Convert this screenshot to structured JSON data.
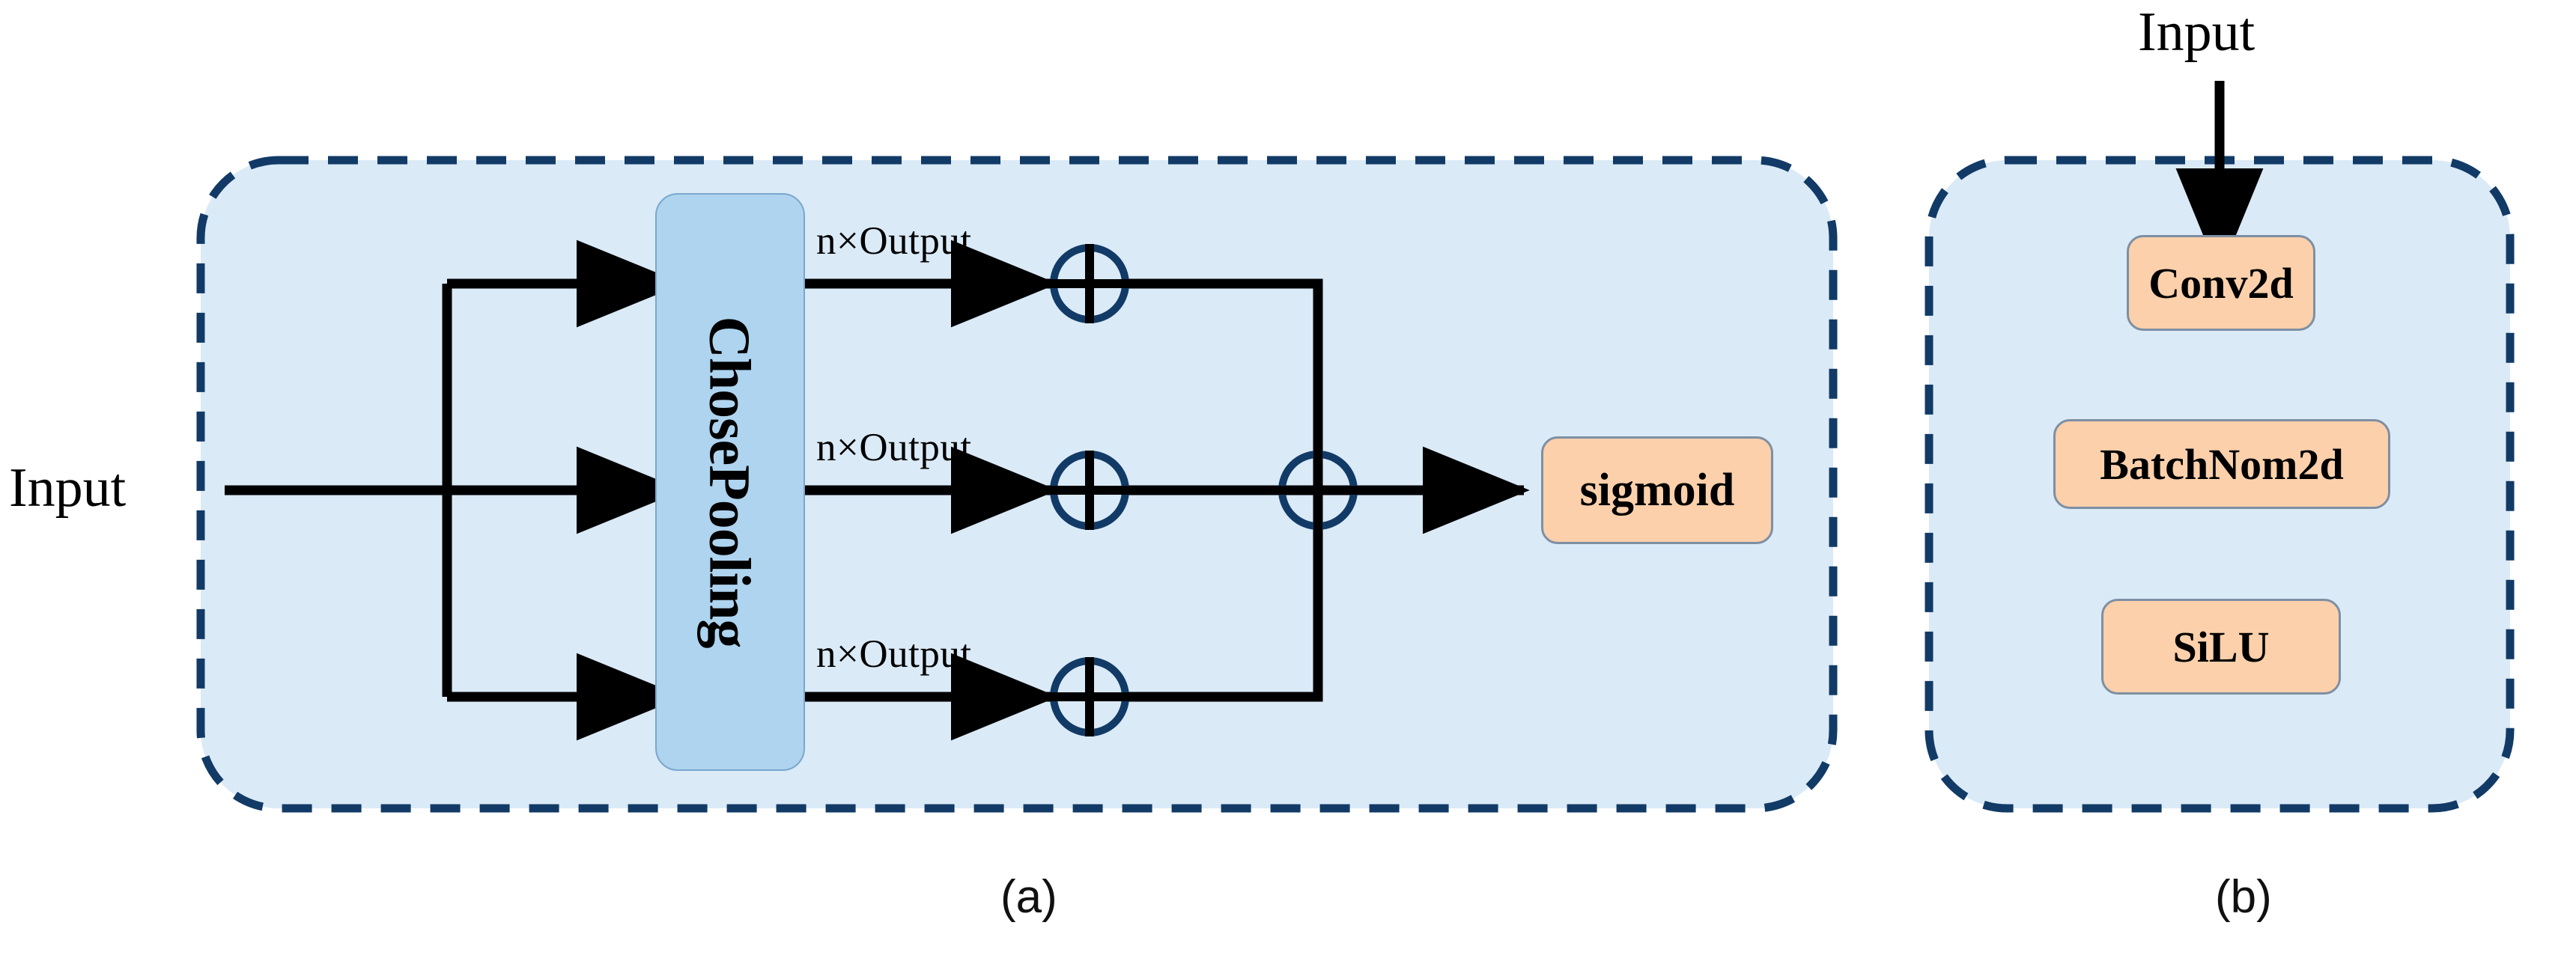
{
  "figure": {
    "panels": [
      {
        "id": "a",
        "caption": "(a)",
        "input_label": "Input",
        "module_label": "ChosePooling",
        "branch_labels": [
          "n×Output",
          "n×Output",
          "n×Output"
        ],
        "output_block": "sigmoid",
        "sum_nodes": [
          "⊕",
          "⊕",
          "⊕",
          "⊕"
        ]
      },
      {
        "id": "b",
        "caption": "(b)",
        "input_label": "Input",
        "blocks": [
          "Conv2d",
          "BatchNom2d",
          "SiLU"
        ]
      }
    ]
  },
  "colors": {
    "panel_fill": "#daeaf7",
    "panel_dash_border": "#123a66",
    "op_block_fill": "#fbd0ab",
    "op_block_border": "#7e8fa3",
    "pool_block_fill": "#aed4ef",
    "pool_block_border": "#7ba7cc",
    "wire": "#000000",
    "sum_circle": "#123a66",
    "background": "#ffffff"
  }
}
